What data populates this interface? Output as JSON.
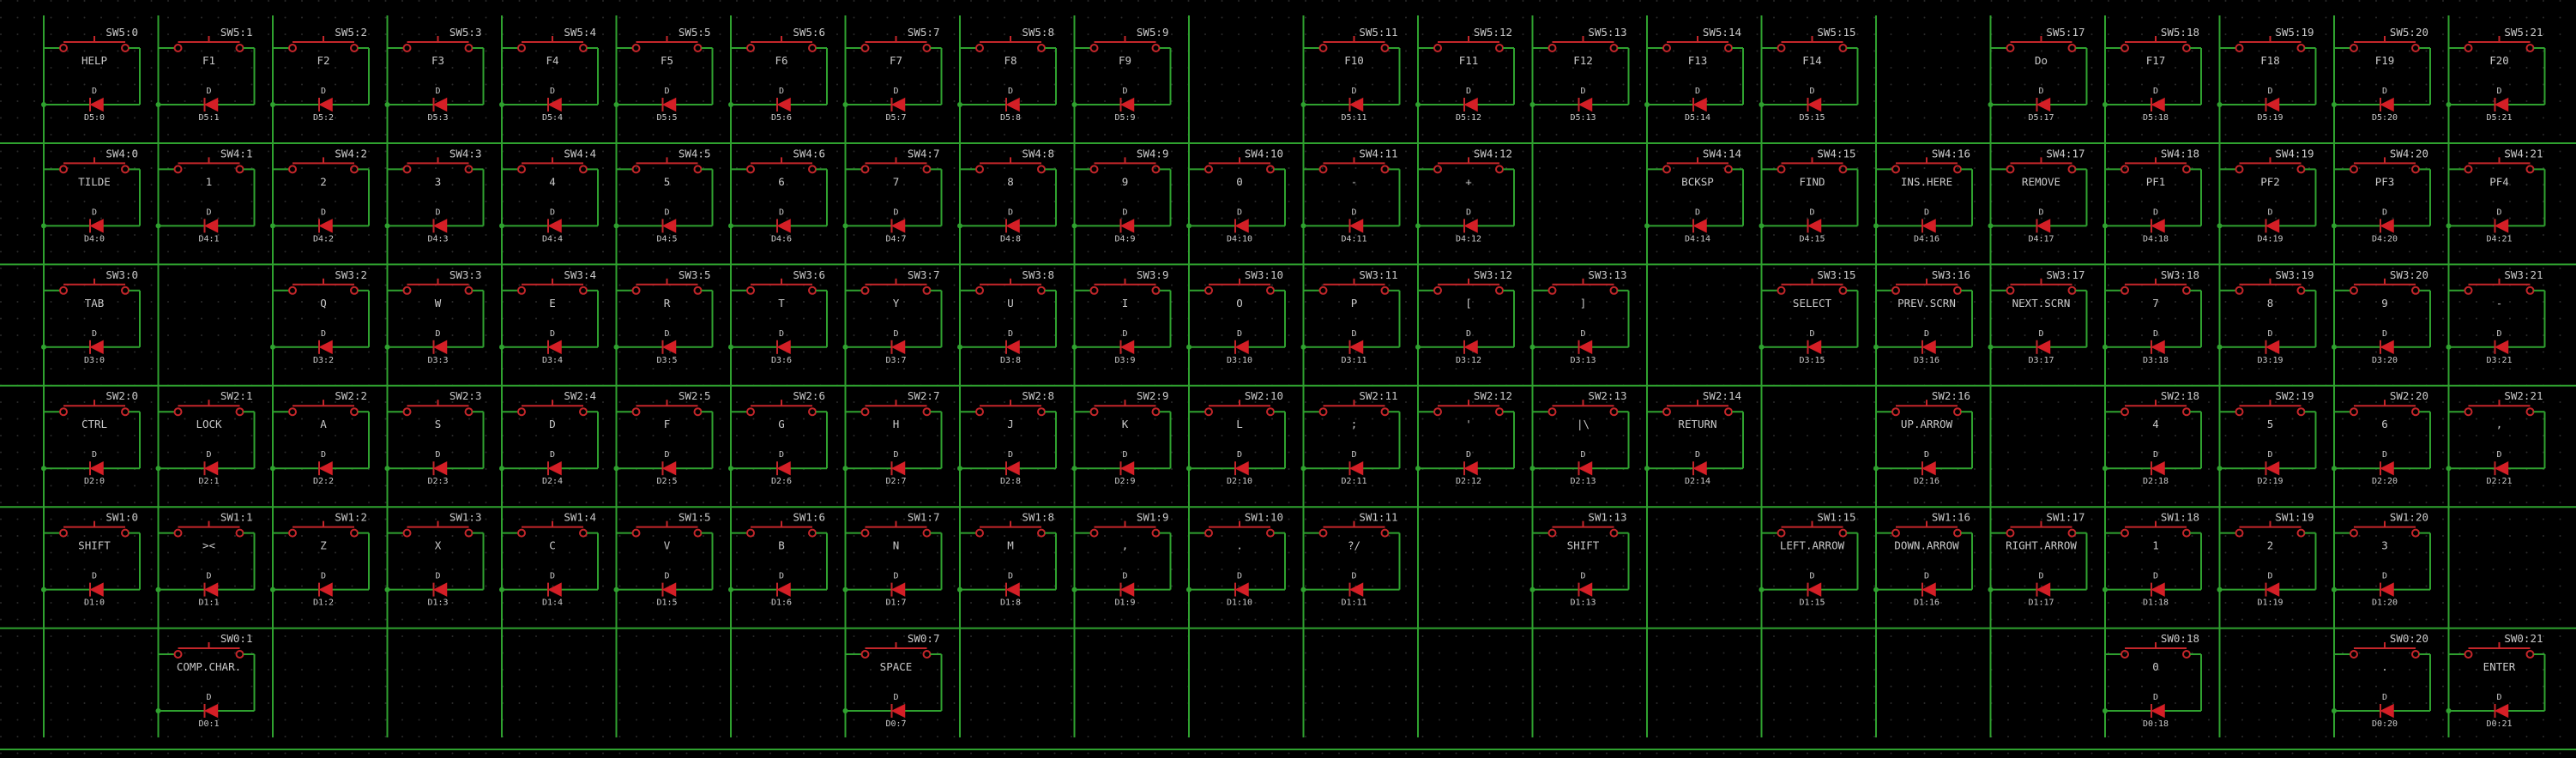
{
  "diagram": {
    "title": "",
    "colors": {
      "background": "#000000",
      "wire": "#2fa12f",
      "component": "#c4262a",
      "diode_fill": "#d41f26",
      "text": "#c9c9c9",
      "grid_dot": "#2a2a2a"
    },
    "rows": [
      {
        "row": 5,
        "keys": [
          {
            "col": 0,
            "ref": "SW5:0",
            "value": "HELP",
            "diode_ref": "D",
            "diode_label": "D5:0"
          },
          {
            "col": 1,
            "ref": "SW5:1",
            "value": "F1",
            "diode_ref": "D",
            "diode_label": "D5:1"
          },
          {
            "col": 2,
            "ref": "SW5:2",
            "value": "F2",
            "diode_ref": "D",
            "diode_label": "D5:2"
          },
          {
            "col": 3,
            "ref": "SW5:3",
            "value": "F3",
            "diode_ref": "D",
            "diode_label": "D5:3"
          },
          {
            "col": 4,
            "ref": "SW5:4",
            "value": "F4",
            "diode_ref": "D",
            "diode_label": "D5:4"
          },
          {
            "col": 5,
            "ref": "SW5:5",
            "value": "F5",
            "diode_ref": "D",
            "diode_label": "D5:5"
          },
          {
            "col": 6,
            "ref": "SW5:6",
            "value": "F6",
            "diode_ref": "D",
            "diode_label": "D5:6"
          },
          {
            "col": 7,
            "ref": "SW5:7",
            "value": "F7",
            "diode_ref": "D",
            "diode_label": "D5:7"
          },
          {
            "col": 8,
            "ref": "SW5:8",
            "value": "F8",
            "diode_ref": "D",
            "diode_label": "D5:8"
          },
          {
            "col": 9,
            "ref": "SW5:9",
            "value": "F9",
            "diode_ref": "D",
            "diode_label": "D5:9"
          },
          {
            "col": 11,
            "ref": "SW5:11",
            "value": "F10",
            "diode_ref": "D",
            "diode_label": "D5:11"
          },
          {
            "col": 12,
            "ref": "SW5:12",
            "value": "F11",
            "diode_ref": "D",
            "diode_label": "D5:12"
          },
          {
            "col": 13,
            "ref": "SW5:13",
            "value": "F12",
            "diode_ref": "D",
            "diode_label": "D5:13"
          },
          {
            "col": 14,
            "ref": "SW5:14",
            "value": "F13",
            "diode_ref": "D",
            "diode_label": "D5:14"
          },
          {
            "col": 15,
            "ref": "SW5:15",
            "value": "F14",
            "diode_ref": "D",
            "diode_label": "D5:15"
          },
          {
            "col": 17,
            "ref": "SW5:17",
            "value": "Do",
            "diode_ref": "D",
            "diode_label": "D5:17"
          },
          {
            "col": 18,
            "ref": "SW5:18",
            "value": "F17",
            "diode_ref": "D",
            "diode_label": "D5:18"
          },
          {
            "col": 19,
            "ref": "SW5:19",
            "value": "F18",
            "diode_ref": "D",
            "diode_label": "D5:19"
          },
          {
            "col": 20,
            "ref": "SW5:20",
            "value": "F19",
            "diode_ref": "D",
            "diode_label": "D5:20"
          },
          {
            "col": 21,
            "ref": "SW5:21",
            "value": "F20",
            "diode_ref": "D",
            "diode_label": "D5:21"
          }
        ]
      },
      {
        "row": 4,
        "keys": [
          {
            "col": 0,
            "ref": "SW4:0",
            "value": "TILDE",
            "diode_ref": "D",
            "diode_label": "D4:0"
          },
          {
            "col": 1,
            "ref": "SW4:1",
            "value": "1",
            "diode_ref": "D",
            "diode_label": "D4:1"
          },
          {
            "col": 2,
            "ref": "SW4:2",
            "value": "2",
            "diode_ref": "D",
            "diode_label": "D4:2"
          },
          {
            "col": 3,
            "ref": "SW4:3",
            "value": "3",
            "diode_ref": "D",
            "diode_label": "D4:3"
          },
          {
            "col": 4,
            "ref": "SW4:4",
            "value": "4",
            "diode_ref": "D",
            "diode_label": "D4:4"
          },
          {
            "col": 5,
            "ref": "SW4:5",
            "value": "5",
            "diode_ref": "D",
            "diode_label": "D4:5"
          },
          {
            "col": 6,
            "ref": "SW4:6",
            "value": "6",
            "diode_ref": "D",
            "diode_label": "D4:6"
          },
          {
            "col": 7,
            "ref": "SW4:7",
            "value": "7",
            "diode_ref": "D",
            "diode_label": "D4:7"
          },
          {
            "col": 8,
            "ref": "SW4:8",
            "value": "8",
            "diode_ref": "D",
            "diode_label": "D4:8"
          },
          {
            "col": 9,
            "ref": "SW4:9",
            "value": "9",
            "diode_ref": "D",
            "diode_label": "D4:9"
          },
          {
            "col": 10,
            "ref": "SW4:10",
            "value": "0",
            "diode_ref": "D",
            "diode_label": "D4:10"
          },
          {
            "col": 11,
            "ref": "SW4:11",
            "value": "-",
            "diode_ref": "D",
            "diode_label": "D4:11"
          },
          {
            "col": 12,
            "ref": "SW4:12",
            "value": "+",
            "diode_ref": "D",
            "diode_label": "D4:12"
          },
          {
            "col": 14,
            "ref": "SW4:14",
            "value": "BCKSP",
            "diode_ref": "D",
            "diode_label": "D4:14"
          },
          {
            "col": 15,
            "ref": "SW4:15",
            "value": "FIND",
            "diode_ref": "D",
            "diode_label": "D4:15"
          },
          {
            "col": 16,
            "ref": "SW4:16",
            "value": "INS.HERE",
            "diode_ref": "D",
            "diode_label": "D4:16"
          },
          {
            "col": 17,
            "ref": "SW4:17",
            "value": "REMOVE",
            "diode_ref": "D",
            "diode_label": "D4:17"
          },
          {
            "col": 18,
            "ref": "SW4:18",
            "value": "PF1",
            "diode_ref": "D",
            "diode_label": "D4:18"
          },
          {
            "col": 19,
            "ref": "SW4:19",
            "value": "PF2",
            "diode_ref": "D",
            "diode_label": "D4:19"
          },
          {
            "col": 20,
            "ref": "SW4:20",
            "value": "PF3",
            "diode_ref": "D",
            "diode_label": "D4:20"
          },
          {
            "col": 21,
            "ref": "SW4:21",
            "value": "PF4",
            "diode_ref": "D",
            "diode_label": "D4:21"
          }
        ]
      },
      {
        "row": 3,
        "keys": [
          {
            "col": 0,
            "ref": "SW3:0",
            "value": "TAB",
            "diode_ref": "D",
            "diode_label": "D3:0"
          },
          {
            "col": 2,
            "ref": "SW3:2",
            "value": "Q",
            "diode_ref": "D",
            "diode_label": "D3:2"
          },
          {
            "col": 3,
            "ref": "SW3:3",
            "value": "W",
            "diode_ref": "D",
            "diode_label": "D3:3"
          },
          {
            "col": 4,
            "ref": "SW3:4",
            "value": "E",
            "diode_ref": "D",
            "diode_label": "D3:4"
          },
          {
            "col": 5,
            "ref": "SW3:5",
            "value": "R",
            "diode_ref": "D",
            "diode_label": "D3:5"
          },
          {
            "col": 6,
            "ref": "SW3:6",
            "value": "T",
            "diode_ref": "D",
            "diode_label": "D3:6"
          },
          {
            "col": 7,
            "ref": "SW3:7",
            "value": "Y",
            "diode_ref": "D",
            "diode_label": "D3:7"
          },
          {
            "col": 8,
            "ref": "SW3:8",
            "value": "U",
            "diode_ref": "D",
            "diode_label": "D3:8"
          },
          {
            "col": 9,
            "ref": "SW3:9",
            "value": "I",
            "diode_ref": "D",
            "diode_label": "D3:9"
          },
          {
            "col": 10,
            "ref": "SW3:10",
            "value": "O",
            "diode_ref": "D",
            "diode_label": "D3:10"
          },
          {
            "col": 11,
            "ref": "SW3:11",
            "value": "P",
            "diode_ref": "D",
            "diode_label": "D3:11"
          },
          {
            "col": 12,
            "ref": "SW3:12",
            "value": "[",
            "diode_ref": "D",
            "diode_label": "D3:12"
          },
          {
            "col": 13,
            "ref": "SW3:13",
            "value": "]",
            "diode_ref": "D",
            "diode_label": "D3:13"
          },
          {
            "col": 15,
            "ref": "SW3:15",
            "value": "SELECT",
            "diode_ref": "D",
            "diode_label": "D3:15"
          },
          {
            "col": 16,
            "ref": "SW3:16",
            "value": "PREV.SCRN",
            "diode_ref": "D",
            "diode_label": "D3:16"
          },
          {
            "col": 17,
            "ref": "SW3:17",
            "value": "NEXT.SCRN",
            "diode_ref": "D",
            "diode_label": "D3:17"
          },
          {
            "col": 18,
            "ref": "SW3:18",
            "value": "7",
            "diode_ref": "D",
            "diode_label": "D3:18"
          },
          {
            "col": 19,
            "ref": "SW3:19",
            "value": "8",
            "diode_ref": "D",
            "diode_label": "D3:19"
          },
          {
            "col": 20,
            "ref": "SW3:20",
            "value": "9",
            "diode_ref": "D",
            "diode_label": "D3:20"
          },
          {
            "col": 21,
            "ref": "SW3:21",
            "value": "-",
            "diode_ref": "D",
            "diode_label": "D3:21"
          }
        ]
      },
      {
        "row": 2,
        "keys": [
          {
            "col": 0,
            "ref": "SW2:0",
            "value": "CTRL",
            "diode_ref": "D",
            "diode_label": "D2:0"
          },
          {
            "col": 1,
            "ref": "SW2:1",
            "value": "LOCK",
            "diode_ref": "D",
            "diode_label": "D2:1"
          },
          {
            "col": 2,
            "ref": "SW2:2",
            "value": "A",
            "diode_ref": "D",
            "diode_label": "D2:2"
          },
          {
            "col": 3,
            "ref": "SW2:3",
            "value": "S",
            "diode_ref": "D",
            "diode_label": "D2:3"
          },
          {
            "col": 4,
            "ref": "SW2:4",
            "value": "D",
            "diode_ref": "D",
            "diode_label": "D2:4"
          },
          {
            "col": 5,
            "ref": "SW2:5",
            "value": "F",
            "diode_ref": "D",
            "diode_label": "D2:5"
          },
          {
            "col": 6,
            "ref": "SW2:6",
            "value": "G",
            "diode_ref": "D",
            "diode_label": "D2:6"
          },
          {
            "col": 7,
            "ref": "SW2:7",
            "value": "H",
            "diode_ref": "D",
            "diode_label": "D2:7"
          },
          {
            "col": 8,
            "ref": "SW2:8",
            "value": "J",
            "diode_ref": "D",
            "diode_label": "D2:8"
          },
          {
            "col": 9,
            "ref": "SW2:9",
            "value": "K",
            "diode_ref": "D",
            "diode_label": "D2:9"
          },
          {
            "col": 10,
            "ref": "SW2:10",
            "value": "L",
            "diode_ref": "D",
            "diode_label": "D2:10"
          },
          {
            "col": 11,
            "ref": "SW2:11",
            "value": ";",
            "diode_ref": "D",
            "diode_label": "D2:11"
          },
          {
            "col": 12,
            "ref": "SW2:12",
            "value": "'",
            "diode_ref": "D",
            "diode_label": "D2:12"
          },
          {
            "col": 13,
            "ref": "SW2:13",
            "value": "|\\",
            "diode_ref": "D",
            "diode_label": "D2:13"
          },
          {
            "col": 14,
            "ref": "SW2:14",
            "value": "RETURN",
            "diode_ref": "D",
            "diode_label": "D2:14"
          },
          {
            "col": 16,
            "ref": "SW2:16",
            "value": "UP.ARROW",
            "diode_ref": "D",
            "diode_label": "D2:16"
          },
          {
            "col": 18,
            "ref": "SW2:18",
            "value": "4",
            "diode_ref": "D",
            "diode_label": "D2:18"
          },
          {
            "col": 19,
            "ref": "SW2:19",
            "value": "5",
            "diode_ref": "D",
            "diode_label": "D2:19"
          },
          {
            "col": 20,
            "ref": "SW2:20",
            "value": "6",
            "diode_ref": "D",
            "diode_label": "D2:20"
          },
          {
            "col": 21,
            "ref": "SW2:21",
            "value": ",",
            "diode_ref": "D",
            "diode_label": "D2:21"
          }
        ]
      },
      {
        "row": 1,
        "keys": [
          {
            "col": 0,
            "ref": "SW1:0",
            "value": "SHIFT",
            "diode_ref": "D",
            "diode_label": "D1:0"
          },
          {
            "col": 1,
            "ref": "SW1:1",
            "value": "><",
            "diode_ref": "D",
            "diode_label": "D1:1"
          },
          {
            "col": 2,
            "ref": "SW1:2",
            "value": "Z",
            "diode_ref": "D",
            "diode_label": "D1:2"
          },
          {
            "col": 3,
            "ref": "SW1:3",
            "value": "X",
            "diode_ref": "D",
            "diode_label": "D1:3"
          },
          {
            "col": 4,
            "ref": "SW1:4",
            "value": "C",
            "diode_ref": "D",
            "diode_label": "D1:4"
          },
          {
            "col": 5,
            "ref": "SW1:5",
            "value": "V",
            "diode_ref": "D",
            "diode_label": "D1:5"
          },
          {
            "col": 6,
            "ref": "SW1:6",
            "value": "B",
            "diode_ref": "D",
            "diode_label": "D1:6"
          },
          {
            "col": 7,
            "ref": "SW1:7",
            "value": "N",
            "diode_ref": "D",
            "diode_label": "D1:7"
          },
          {
            "col": 8,
            "ref": "SW1:8",
            "value": "M",
            "diode_ref": "D",
            "diode_label": "D1:8"
          },
          {
            "col": 9,
            "ref": "SW1:9",
            "value": ",",
            "diode_ref": "D",
            "diode_label": "D1:9"
          },
          {
            "col": 10,
            "ref": "SW1:10",
            "value": ".",
            "diode_ref": "D",
            "diode_label": "D1:10"
          },
          {
            "col": 11,
            "ref": "SW1:11",
            "value": "?/",
            "diode_ref": "D",
            "diode_label": "D1:11"
          },
          {
            "col": 13,
            "ref": "SW1:13",
            "value": "SHIFT",
            "diode_ref": "D",
            "diode_label": "D1:13"
          },
          {
            "col": 15,
            "ref": "SW1:15",
            "value": "LEFT.ARROW",
            "diode_ref": "D",
            "diode_label": "D1:15"
          },
          {
            "col": 16,
            "ref": "SW1:16",
            "value": "DOWN.ARROW",
            "diode_ref": "D",
            "diode_label": "D1:16"
          },
          {
            "col": 17,
            "ref": "SW1:17",
            "value": "RIGHT.ARROW",
            "diode_ref": "D",
            "diode_label": "D1:17"
          },
          {
            "col": 18,
            "ref": "SW1:18",
            "value": "1",
            "diode_ref": "D",
            "diode_label": "D1:18"
          },
          {
            "col": 19,
            "ref": "SW1:19",
            "value": "2",
            "diode_ref": "D",
            "diode_label": "D1:19"
          },
          {
            "col": 20,
            "ref": "SW1:20",
            "value": "3",
            "diode_ref": "D",
            "diode_label": "D1:20"
          }
        ]
      },
      {
        "row": 0,
        "keys": [
          {
            "col": 1,
            "ref": "SW0:1",
            "value": "COMP.CHAR.",
            "diode_ref": "D",
            "diode_label": "D0:1"
          },
          {
            "col": 7,
            "ref": "SW0:7",
            "value": "SPACE",
            "diode_ref": "D",
            "diode_label": "D0:7"
          },
          {
            "col": 18,
            "ref": "SW0:18",
            "value": "0",
            "diode_ref": "D",
            "diode_label": "D0:18"
          },
          {
            "col": 20,
            "ref": "SW0:20",
            "value": ".",
            "diode_ref": "D",
            "diode_label": "D0:20"
          },
          {
            "col": 21,
            "ref": "SW0:21",
            "value": "ENTER",
            "diode_ref": "D",
            "diode_label": "D0:21"
          }
        ]
      }
    ]
  }
}
